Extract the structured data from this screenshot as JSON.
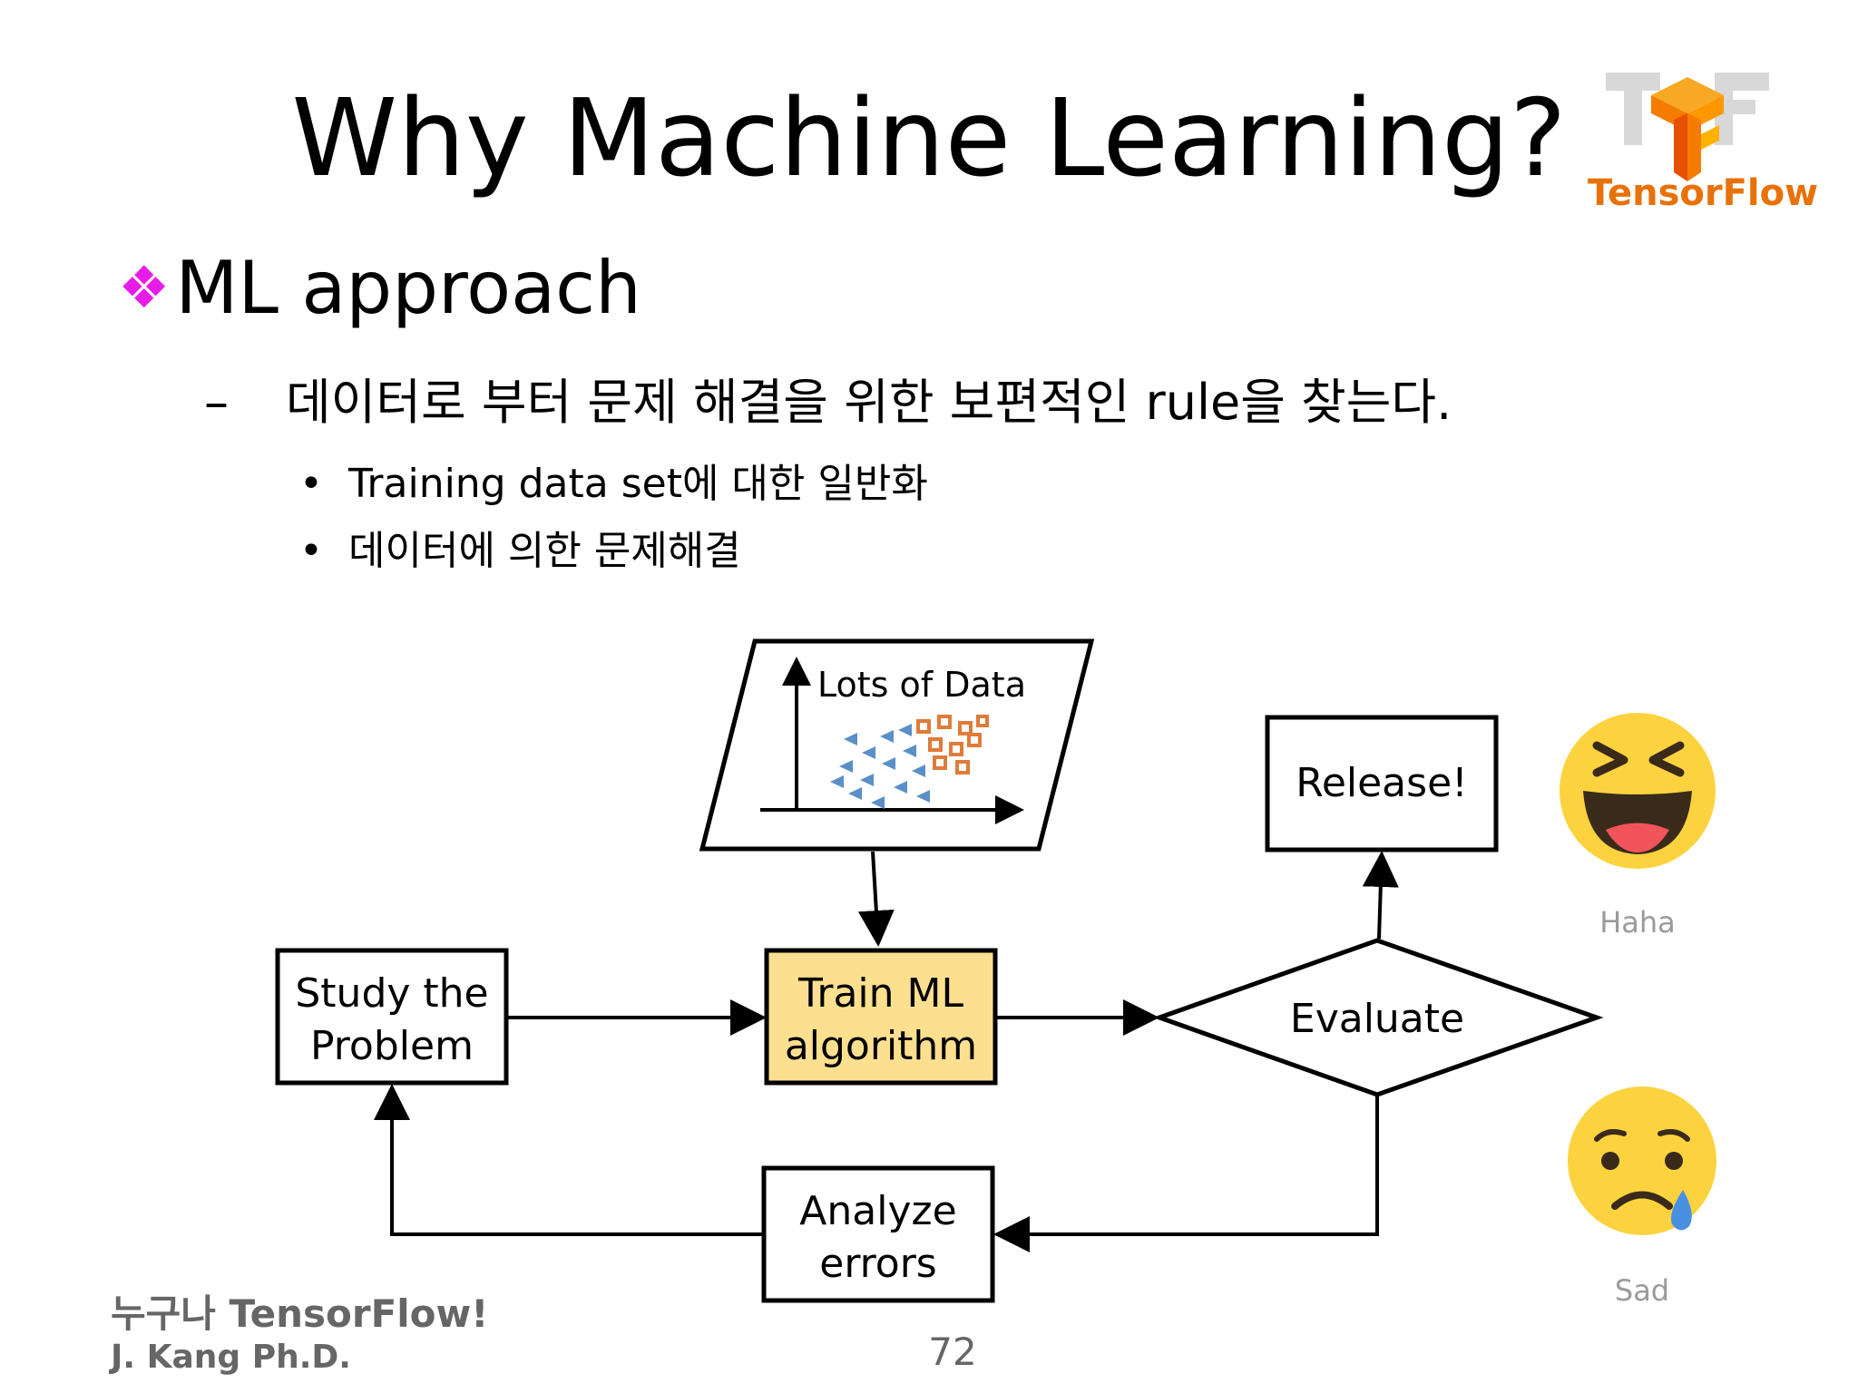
{
  "title": "Why Machine Learning?",
  "logo": {
    "text": "TensorFlow",
    "icon": "tensorflow-logo-icon",
    "color": "#e8710a"
  },
  "bullets": {
    "level1": {
      "marker": "❖",
      "marker_color": "#e81ce8",
      "text": "ML approach"
    },
    "level2": {
      "marker": "–",
      "text": "데이터로 부터 문제 해결을 위한 보편적인 rule을 찾는다."
    },
    "level3": [
      {
        "marker": "•",
        "text": "Training data set에 대한 일반화"
      },
      {
        "marker": "•",
        "text": "데이터에 의한 문제해결"
      }
    ]
  },
  "diagram": {
    "data_box": {
      "label": "Lots of Data",
      "icon": "scatter-plot-icon"
    },
    "nodes": {
      "study": [
        "Study the",
        "Problem"
      ],
      "train": [
        "Train ML",
        "algorithm"
      ],
      "evaluate": "Evaluate",
      "release": "Release!",
      "analyze": [
        "Analyze",
        "errors"
      ]
    },
    "train_fill": "#fde08f"
  },
  "emojis": [
    {
      "icon": "laughing-face-icon",
      "label": "Haha"
    },
    {
      "icon": "crying-face-icon",
      "label": "Sad"
    }
  ],
  "footer": {
    "line1": "누구나 TensorFlow!",
    "line2": "J. Kang Ph.D.",
    "page_number": "72"
  }
}
